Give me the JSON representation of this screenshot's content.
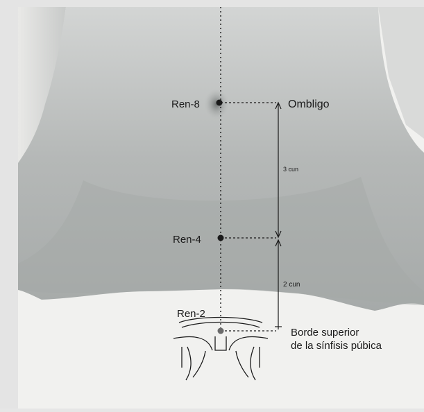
{
  "points": [
    {
      "id": "ren8",
      "label": "Ren-8"
    },
    {
      "id": "ren4",
      "label": "Ren-4"
    },
    {
      "id": "ren2",
      "label": "Ren-2"
    }
  ],
  "annotations": {
    "navel": "Ombligo",
    "distance_upper": "3 cun",
    "distance_lower": "2 cun",
    "pubic_line1": "Borde superior",
    "pubic_line2": "de la sínfisis púbica"
  },
  "colors": {
    "skin": "#b9bcbb",
    "skin_dark": "#9a9e9d",
    "background": "#f0f0ee",
    "ink": "#1a1a1a"
  }
}
